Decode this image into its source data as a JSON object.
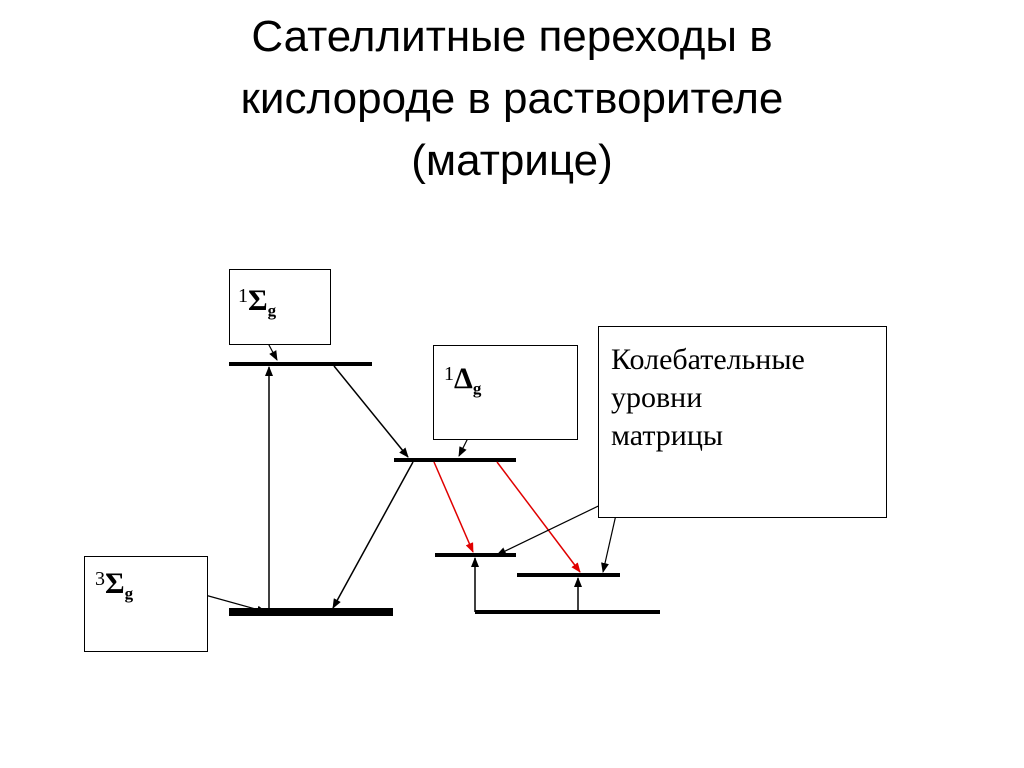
{
  "slide": {
    "title_lines": [
      "Сателлитные переходы в",
      "кислороде в растворителе",
      "(матрице)"
    ]
  },
  "labels": {
    "sigma_g_singlet": {
      "multiplicity": "1",
      "symbol": "Σ",
      "subscript": "g"
    },
    "delta_g": {
      "multiplicity": "1",
      "symbol": "Δ",
      "subscript": "g"
    },
    "sigma_g_triplet": {
      "multiplicity": "3",
      "symbol": "Σ",
      "subscript": "g"
    },
    "matrix_levels_lines": [
      "Колебательные",
      "уровни",
      "матрицы"
    ]
  },
  "colors": {
    "line": "#000000",
    "satellite_arrow": "#e00000",
    "background": "#ffffff"
  }
}
